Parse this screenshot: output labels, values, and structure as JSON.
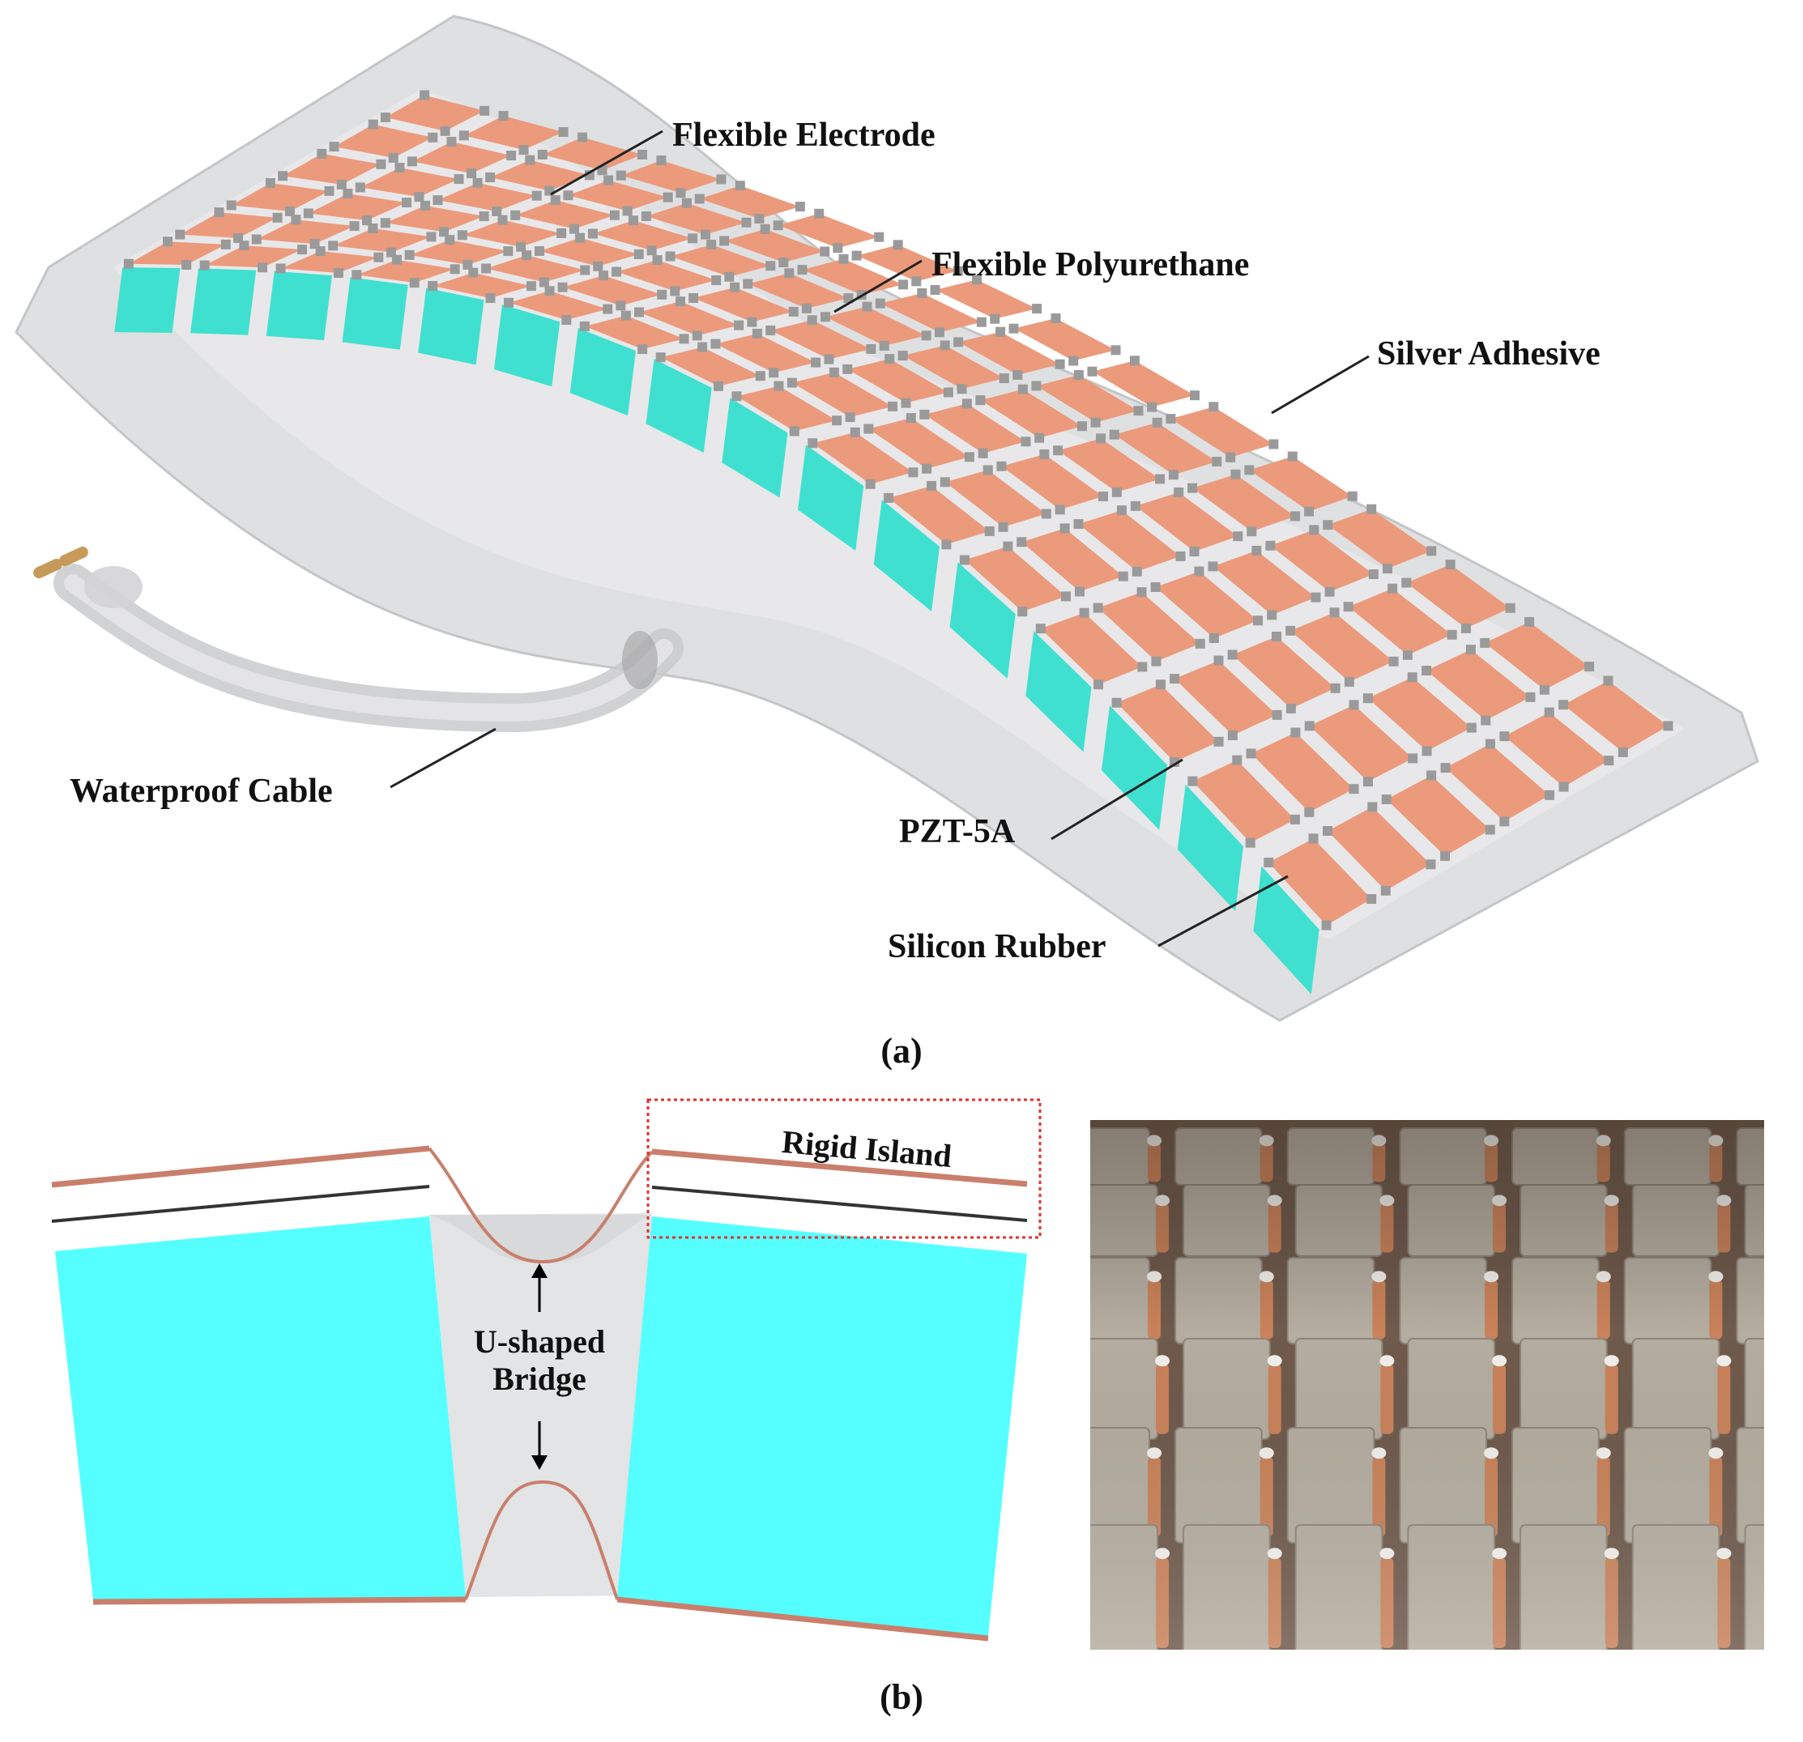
{
  "panel_a": {
    "caption": "(a)",
    "labels": {
      "flexible_electrode": "Flexible Electrode",
      "flexible_polyurethane": "Flexible Polyurethane",
      "silver_adhesive": "Silver Adhesive",
      "waterproof_cable": "Waterproof Cable",
      "pzt": "PZT-5A",
      "silicon_rubber": "Silicon Rubber"
    },
    "grid": {
      "rows": 6,
      "cols": 16
    }
  },
  "panel_b": {
    "caption": "(b)",
    "rigid_island": "Rigid Island",
    "bridge_line1": "U-shaped",
    "bridge_line2": "Bridge"
  },
  "colors": {
    "pzt": "#40e0d0",
    "electrode": "#ec9a7c",
    "polyurethane": "#d9dadc",
    "adhesive": "#9a9a9a",
    "copper": "#c97f6c",
    "cyan_block": "#55ffff",
    "photo_bg": "#6f5a4c",
    "photo_block": "#b5ada0"
  }
}
